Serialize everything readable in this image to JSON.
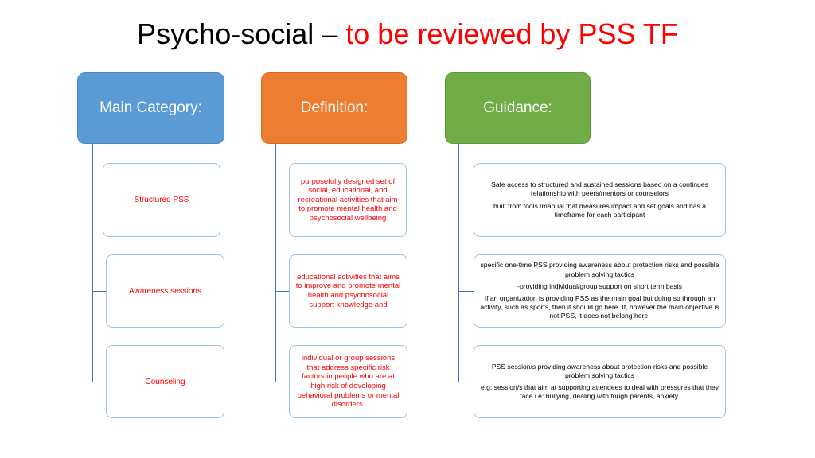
{
  "title": {
    "main": "Psycho-social – ",
    "accent": "to be reviewed by PSS TF"
  },
  "columns": {
    "category": {
      "header": "Main Category:",
      "color": "#5b9bd5"
    },
    "definition": {
      "header": "Definition:",
      "color": "#ed7d31"
    },
    "guidance": {
      "header": "Guidance:",
      "color": "#70ad47"
    }
  },
  "categories": [
    "Structured PSS",
    "Awareness sessions",
    "Counseling"
  ],
  "definitions": [
    "purposefully designed set of social, educational, and recreational activities that aim to promote mental health and psychosocial wellbeing",
    "educational activities that aims to improve and promote mental health and psychosocial support knowledge and",
    "individual or group sessions that address specific risk factors in people who are at high risk of developing behavioral problems or mental disorders."
  ],
  "guidance": [
    {
      "p1": "Safe access to structured and sustained sessions based on a continues relationship with peers/mentors or counselors",
      "p2": "built from tools /manual that measures impact and set goals and has a timeframe for each participant"
    },
    {
      "p1": "specific one-time PSS providing awareness about protection risks and possible problem solving tactics",
      "p2": "-providing individual/group support on short term basis",
      "p3": "If an organization is providing PSS as the main goal but doing so through an activity, such as sports, then it should go here. If, however the main objective is not PSS, it does not belong here."
    },
    {
      "p1": "PSS session/s providing awareness about protection risks and possible problem solving tactics",
      "p2": "e.g: session/s that aim at supporting attendees to deal with pressures that they face i.e: bullying, dealing with tough parents, anxiety."
    }
  ],
  "colors": {
    "title_accent": "#ff0000",
    "connector": "#4472c4",
    "box_border": "#9dc3e6",
    "item_text": "#ff0000"
  }
}
